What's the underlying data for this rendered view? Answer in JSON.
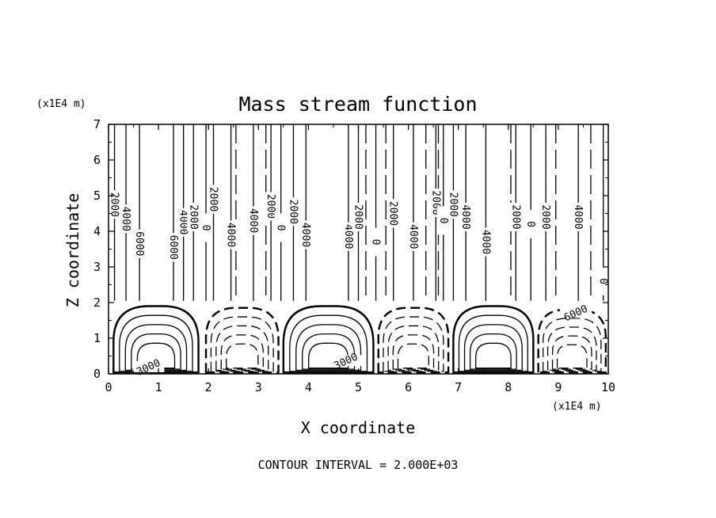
{
  "chart_data": {
    "type": "contour",
    "title": "Mass stream function",
    "xlabel": "X coordinate",
    "ylabel": "Z coordinate",
    "x_unit": "(x1E4 m)",
    "y_unit": "(x1E4 m)",
    "xlim": [
      0,
      10
    ],
    "ylim": [
      0,
      7
    ],
    "x_ticks": [
      "0",
      "1",
      "2",
      "3",
      "4",
      "5",
      "6",
      "7",
      "8",
      "9",
      "10"
    ],
    "y_ticks": [
      "0",
      "1",
      "2",
      "3",
      "4",
      "5",
      "6",
      "7"
    ],
    "grid": false,
    "legend": "none",
    "footnote": "CONTOUR INTERVAL = 2.000E+03",
    "contour_interval": 2000,
    "negative_contours": "dashed",
    "cells": [
      {
        "sign": -1,
        "x_center": 0.9,
        "x_range": [
          0.1,
          1.8
        ],
        "top": 2.0
      },
      {
        "sign": 1,
        "x_center": 2.8,
        "x_range": [
          1.95,
          3.4
        ],
        "top": 1.95
      },
      {
        "sign": -1,
        "x_center": 4.3,
        "x_range": [
          3.5,
          5.3
        ],
        "top": 2.0
      },
      {
        "sign": 1,
        "x_center": 6.1,
        "x_range": [
          5.4,
          6.8
        ],
        "top": 1.95
      },
      {
        "sign": -1,
        "x_center": 7.7,
        "x_range": [
          6.9,
          8.5
        ],
        "top": 2.0
      },
      {
        "sign": 1,
        "x_center": 9.2,
        "x_range": [
          8.6,
          9.95
        ],
        "top": 1.9
      }
    ],
    "contour_labels": [
      {
        "text": "2000",
        "x": 0.12,
        "z": 4.75
      },
      {
        "text": "4000",
        "x": 0.35,
        "z": 4.35
      },
      {
        "text": "6000",
        "x": 0.62,
        "z": 3.65
      },
      {
        "text": "6000",
        "x": 1.3,
        "z": 3.55
      },
      {
        "text": "4000",
        "x": 1.5,
        "z": 4.25
      },
      {
        "text": "2000",
        "x": 1.7,
        "z": 4.4
      },
      {
        "text": "0",
        "x": 1.95,
        "z": 4.1
      },
      {
        "text": "2000",
        "x": 2.1,
        "z": 4.9
      },
      {
        "text": "4000",
        "x": 2.45,
        "z": 3.9
      },
      {
        "text": "4000",
        "x": 2.9,
        "z": 4.3
      },
      {
        "text": "2000",
        "x": 3.25,
        "z": 4.7
      },
      {
        "text": "0",
        "x": 3.45,
        "z": 4.1
      },
      {
        "text": "2000",
        "x": 3.7,
        "z": 4.55
      },
      {
        "text": "4000",
        "x": 3.95,
        "z": 3.9
      },
      {
        "text": "4000",
        "x": 4.8,
        "z": 3.85
      },
      {
        "text": "2000",
        "x": 5.0,
        "z": 4.4
      },
      {
        "text": "0",
        "x": 5.35,
        "z": 3.7
      },
      {
        "text": "2000",
        "x": 5.7,
        "z": 4.5
      },
      {
        "text": "4000",
        "x": 6.1,
        "z": 3.85
      },
      {
        "text": "2000",
        "x": 6.55,
        "z": 4.8
      },
      {
        "text": "0",
        "x": 6.7,
        "z": 4.3
      },
      {
        "text": "2000",
        "x": 6.9,
        "z": 4.75
      },
      {
        "text": "4000",
        "x": 7.15,
        "z": 4.4
      },
      {
        "text": "4000",
        "x": 7.55,
        "z": 3.7
      },
      {
        "text": "2000",
        "x": 8.15,
        "z": 4.4
      },
      {
        "text": "0",
        "x": 8.45,
        "z": 4.2
      },
      {
        "text": "2000",
        "x": 8.75,
        "z": 4.4
      },
      {
        "text": "4000",
        "x": 9.4,
        "z": 4.4
      },
      {
        "text": "0",
        "x": 9.9,
        "z": 2.6
      },
      {
        "text": "3000",
        "x": 0.8,
        "z": 0.18
      },
      {
        "text": "3000",
        "x": 4.75,
        "z": 0.35
      },
      {
        "text": "6000",
        "x": 9.35,
        "z": 1.7
      }
    ]
  }
}
